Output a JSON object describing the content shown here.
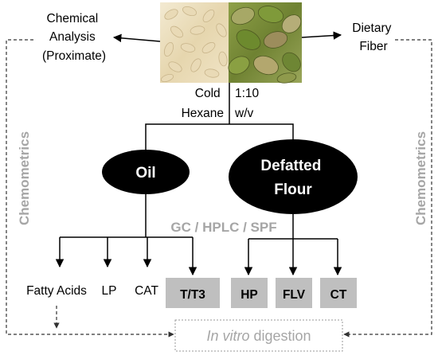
{
  "nodes": {
    "chemical_analysis": [
      "Chemical",
      "Analysis",
      "(Proximate)"
    ],
    "dietary_fiber": [
      "Dietary",
      "Fiber"
    ],
    "extraction_left": [
      "Cold",
      "Hexane"
    ],
    "extraction_right": [
      "1:10",
      "w/v"
    ],
    "oil": "Oil",
    "defatted_flour": [
      "Defatted",
      "Flour"
    ],
    "methods": "GC / HPLC / SPF",
    "chemometrics_left": "Chemometrics",
    "chemometrics_right": "Chemometrics",
    "fatty_acids": "Fatty Acids",
    "lp": "LP",
    "cat": "CAT",
    "t_t3": "T/T3",
    "hp": "HP",
    "flv": "FLV",
    "ct": "CT",
    "digestion_italic": "In vitro",
    "digestion_rest": " digestion"
  },
  "colors": {
    "ellipse_fill": "#000000",
    "grey_box": "#bfbfbf",
    "grey_text": "#a6a6a6",
    "line": "#000000"
  }
}
